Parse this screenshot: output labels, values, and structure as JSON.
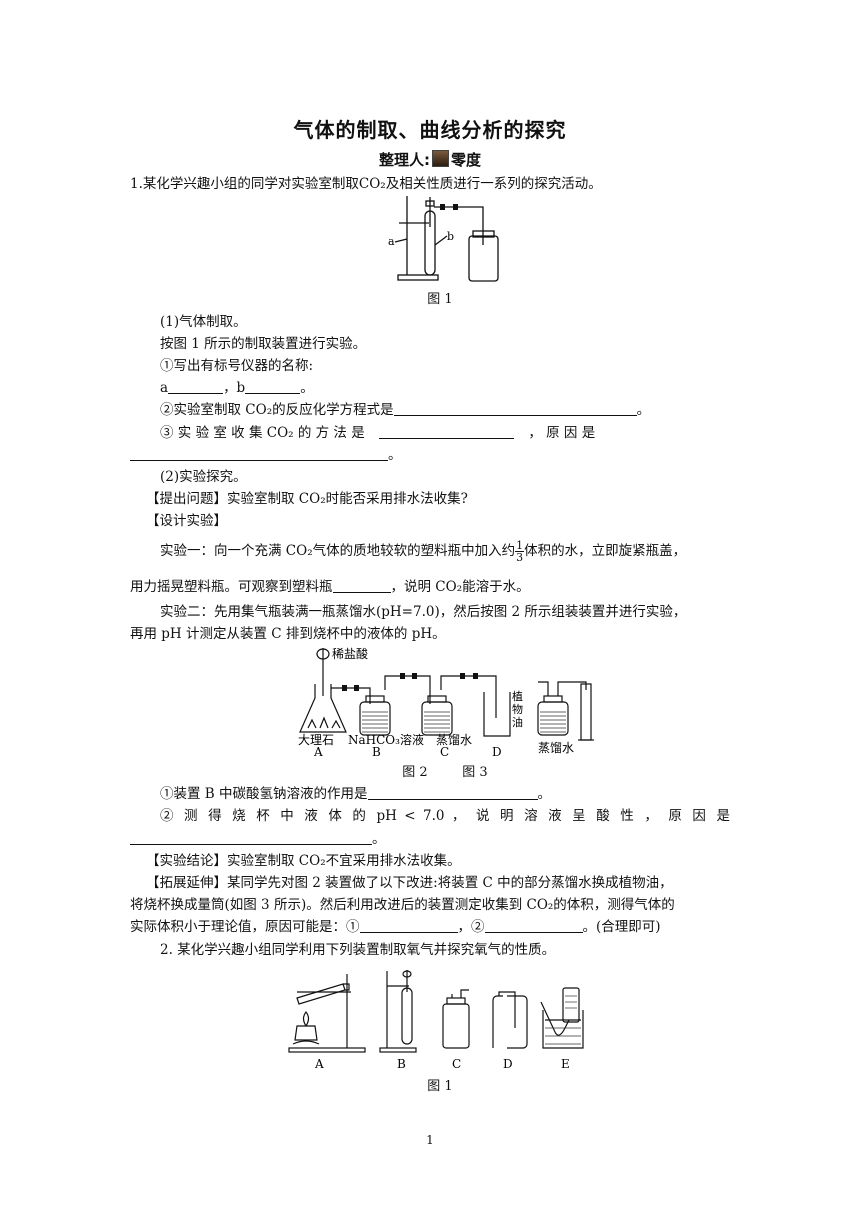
{
  "title": "气体的制取、曲线分析的探究",
  "author": {
    "prefix": "整理人:",
    "name": "零度"
  },
  "q1": {
    "intro": "1.某化学兴趣小组的同学对实验室制取CO₂及相关性质进行一系列的探究活动。",
    "fig1_labels": {
      "a": "a",
      "b": "b"
    },
    "fig1_caption": "图 1",
    "p1": "(1)气体制取。",
    "p2": "按图 1 所示的制取装置进行实验。",
    "p3": "①写出有标号仪器的名称:",
    "p4a": "a",
    "p4b": "，b",
    "p4c": "。",
    "p5a": "②实验室制取 CO₂的反应化学方程式是",
    "p5b": "。",
    "p6a": "③ 实 验 室 收 集 CO₂ 的 方 法 是",
    "p6b": "， 原 因 是",
    "p7": "。",
    "p8": "(2)实验探究。",
    "p9": "【提出问题】实验室制取 CO₂时能否采用排水法收集?",
    "p10": "【设计实验】",
    "p11a": "实验一：向一个充满 CO₂气体的质地较软的塑料瓶中加入约",
    "p11_num": "1",
    "p11_den": "3",
    "p11b": "体积的水，立即旋紧瓶盖，",
    "p12a": "用力摇晃塑料瓶。可观察到塑料瓶",
    "p12b": "，说明 CO₂能溶于水。",
    "p13": "实验二：先用集气瓶装满一瓶蒸馏水(pH=7.0)，然后按图 2 所示组装装置并进行实验，",
    "p14": "再用 pH 计测定从装置 C 排到烧杯中的液体的 pH。",
    "fig2_labels": {
      "acid": "稀盐酸",
      "oil1": "植",
      "oil2": "物",
      "oil3": "油",
      "marble": "大理石",
      "nahco3": "NaHCO₃溶液",
      "water1": "蒸馏水",
      "water2": "蒸馏水",
      "A": "A",
      "B": "B",
      "C": "C",
      "D": "D"
    },
    "fig2_caption": "图 2",
    "fig3_caption": "图 3",
    "p15a": "①装置 B 中碳酸氢钠溶液的作用是",
    "p15b": "。",
    "p16a": "② 测 得 烧 杯 中 液 体 的 pH < 7.0 ， 说 明 溶 液 呈 酸 性 ， 原 因 是",
    "p17": "。",
    "p18": "【实验结论】实验室制取 CO₂不宜采用排水法收集。",
    "p19": "【拓展延伸】某同学先对图 2 装置做了以下改进:将装置 C 中的部分蒸馏水换成植物油，",
    "p20": "将烧杯换成量筒(如图 3 所示)。然后利用改进后的装置测定收集到 CO₂的体积，测得气体的",
    "p21a": "实际体积小于理论值，原因可能是：①",
    "p21b": "，②",
    "p21c": "。(合理即可)"
  },
  "q2": {
    "intro": "2. 某化学兴趣小组同学利用下列装置制取氧气并探究氧气的性质。",
    "labels": {
      "A": "A",
      "B": "B",
      "C": "C",
      "D": "D",
      "E": "E"
    },
    "caption": "图 1"
  },
  "page_number": "1"
}
